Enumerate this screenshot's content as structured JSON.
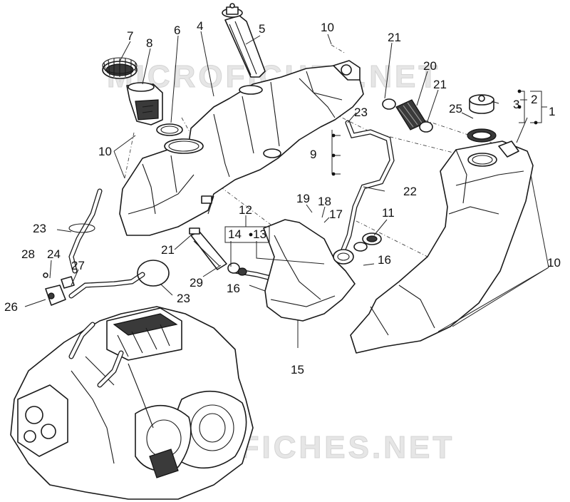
{
  "watermark": {
    "top": "MICROFICHES.NET",
    "bottom": "MICROFICHES.NET"
  },
  "callouts": {
    "c1": "1",
    "c2": "2",
    "c3": "3",
    "c4": "4",
    "c5": "5",
    "c6": "6",
    "c7": "7",
    "c8": "8",
    "c9": "9",
    "c10a": "10",
    "c10b": "10",
    "c10c": "10",
    "c11": "11",
    "c12": "12",
    "c13": "13",
    "c14": "14",
    "c15": "15",
    "c16a": "16",
    "c16b": "16",
    "c17": "17",
    "c18": "18",
    "c19": "19",
    "c20": "20",
    "c21a": "21",
    "c21b": "21",
    "c21c": "21",
    "c22": "22",
    "c23a": "23",
    "c23b": "23",
    "c23c": "23",
    "c24": "24",
    "c25": "25",
    "c26": "26",
    "c27": "27",
    "c28": "28",
    "c29": "29"
  }
}
